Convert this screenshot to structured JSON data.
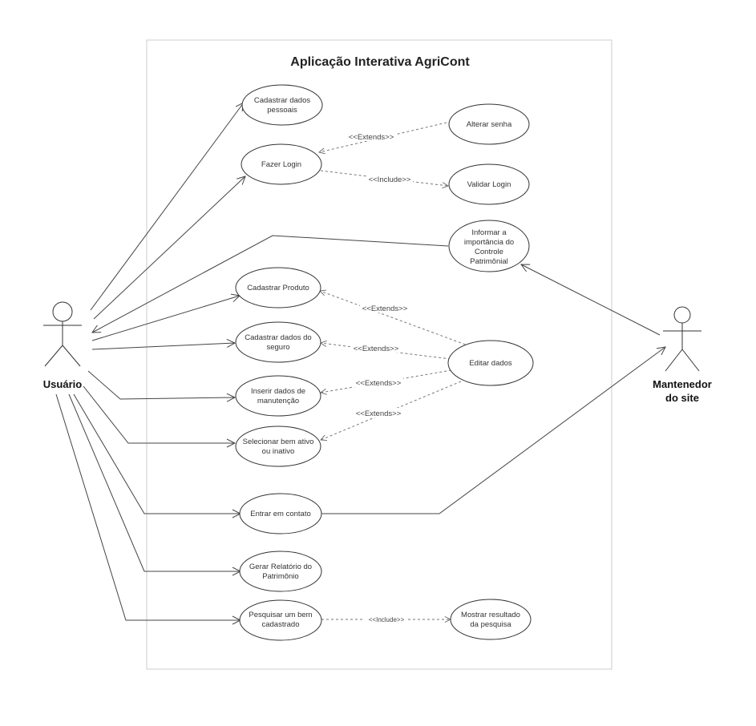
{
  "system": {
    "title": "Aplicação Interativa AgriCont"
  },
  "actors": {
    "user": {
      "name": "Usuário"
    },
    "maintainer": {
      "name_line1": "Mantenedor",
      "name_line2": "do site"
    }
  },
  "use_cases": {
    "cadastrar_dados_pessoais": [
      "Cadastrar dados",
      "pessoais"
    ],
    "fazer_login": [
      "Fazer Login"
    ],
    "alterar_senha": [
      "Alterar senha"
    ],
    "validar_login": [
      "Validar Login"
    ],
    "informar_importancia": [
      "Informar a",
      "importância do",
      "Controle",
      "Patrimônial"
    ],
    "cadastrar_produto": [
      "Cadastrar Produto"
    ],
    "cadastrar_seguro": [
      "Cadastrar dados do",
      "seguro"
    ],
    "editar_dados": [
      "Editar dados"
    ],
    "inserir_manutencao": [
      "Inserir dados de",
      "manutenção"
    ],
    "selecionar_bem": [
      "Selecionar bem ativo",
      "ou inativo"
    ],
    "entrar_contato": [
      "Entrar em contato"
    ],
    "gerar_relatorio": [
      "Gerar Relatório do",
      "Patrimônio"
    ],
    "pesquisar_bem": [
      "Pesquisar um bem",
      "cadastrado"
    ],
    "mostrar_resultado": [
      "Mostrar resultado",
      "da pesquisa"
    ]
  },
  "relationships": {
    "extends": "<<Extends>>",
    "include": "<<Include>>",
    "include_small": "<<Include>>"
  }
}
